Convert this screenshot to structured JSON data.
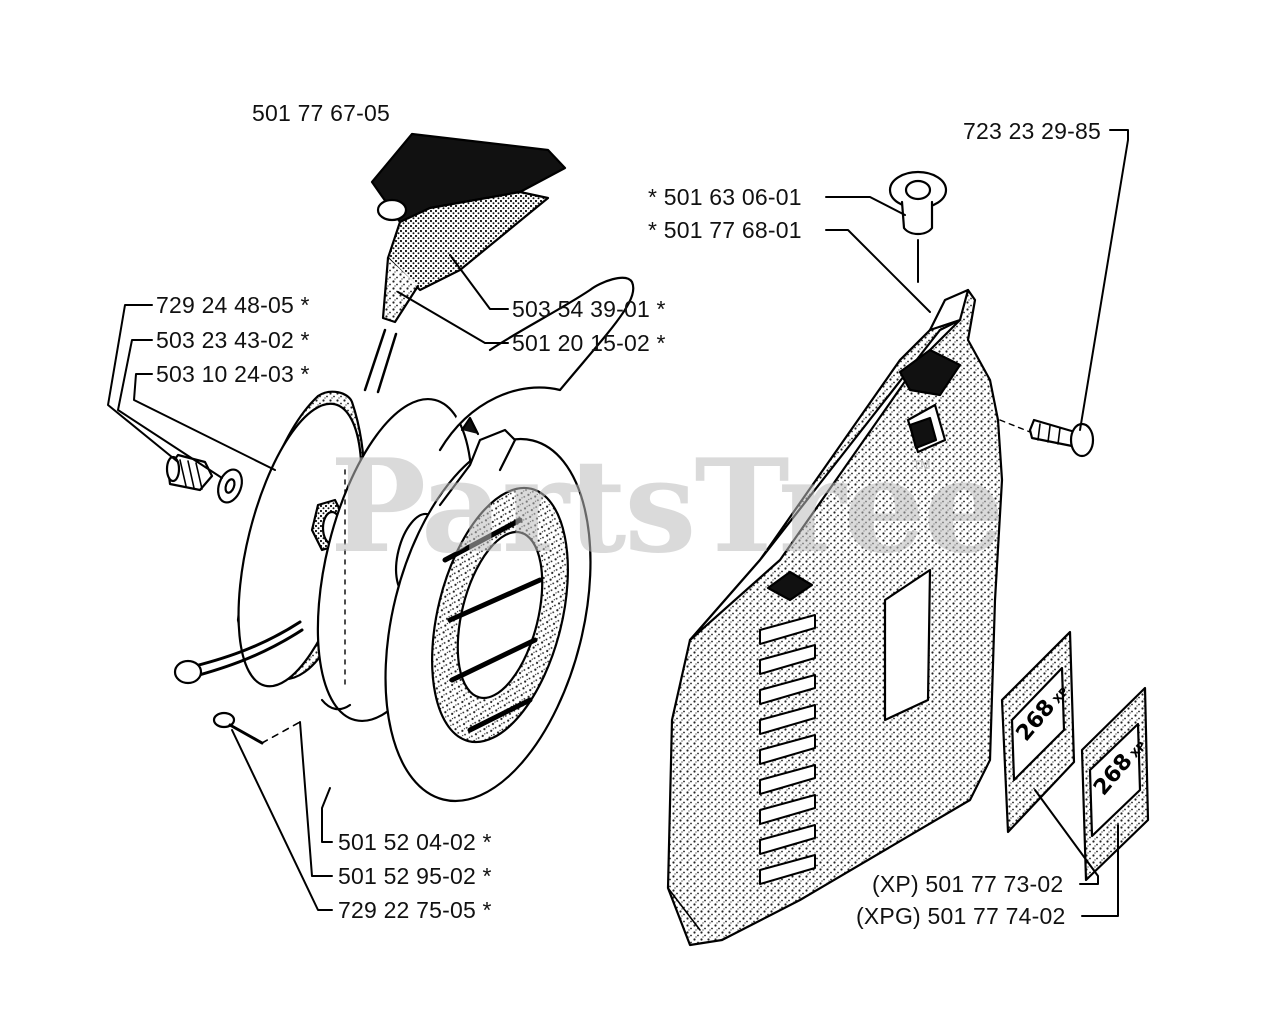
{
  "watermark": {
    "text": "PartsTree",
    "trademark": "TM"
  },
  "parts": [
    {
      "id": "p1",
      "text": "501 77 67-05"
    },
    {
      "id": "p2",
      "text": "723 23 29-85"
    },
    {
      "id": "p3",
      "text": "*  501 63 06-01"
    },
    {
      "id": "p4",
      "text": "*  501 77 68-01"
    },
    {
      "id": "p5",
      "text": "729 24 48-05  *"
    },
    {
      "id": "p6",
      "text": "503 23 43-02  *"
    },
    {
      "id": "p7",
      "text": "503 10 24-03  *"
    },
    {
      "id": "p8",
      "text": "503 54 39-01  *"
    },
    {
      "id": "p9",
      "text": "501 20 15-02  *"
    },
    {
      "id": "p10",
      "text": "501 52 04-02  *"
    },
    {
      "id": "p11",
      "text": "501 52 95-02  *"
    },
    {
      "id": "p12",
      "text": "729 22 75-05  *"
    },
    {
      "id": "p13",
      "text": "(XP) 501 77 73-02"
    },
    {
      "id": "p14",
      "text": "(XPG) 501 77 74-02"
    }
  ],
  "decals": {
    "text": "268",
    "sub": "XP"
  }
}
